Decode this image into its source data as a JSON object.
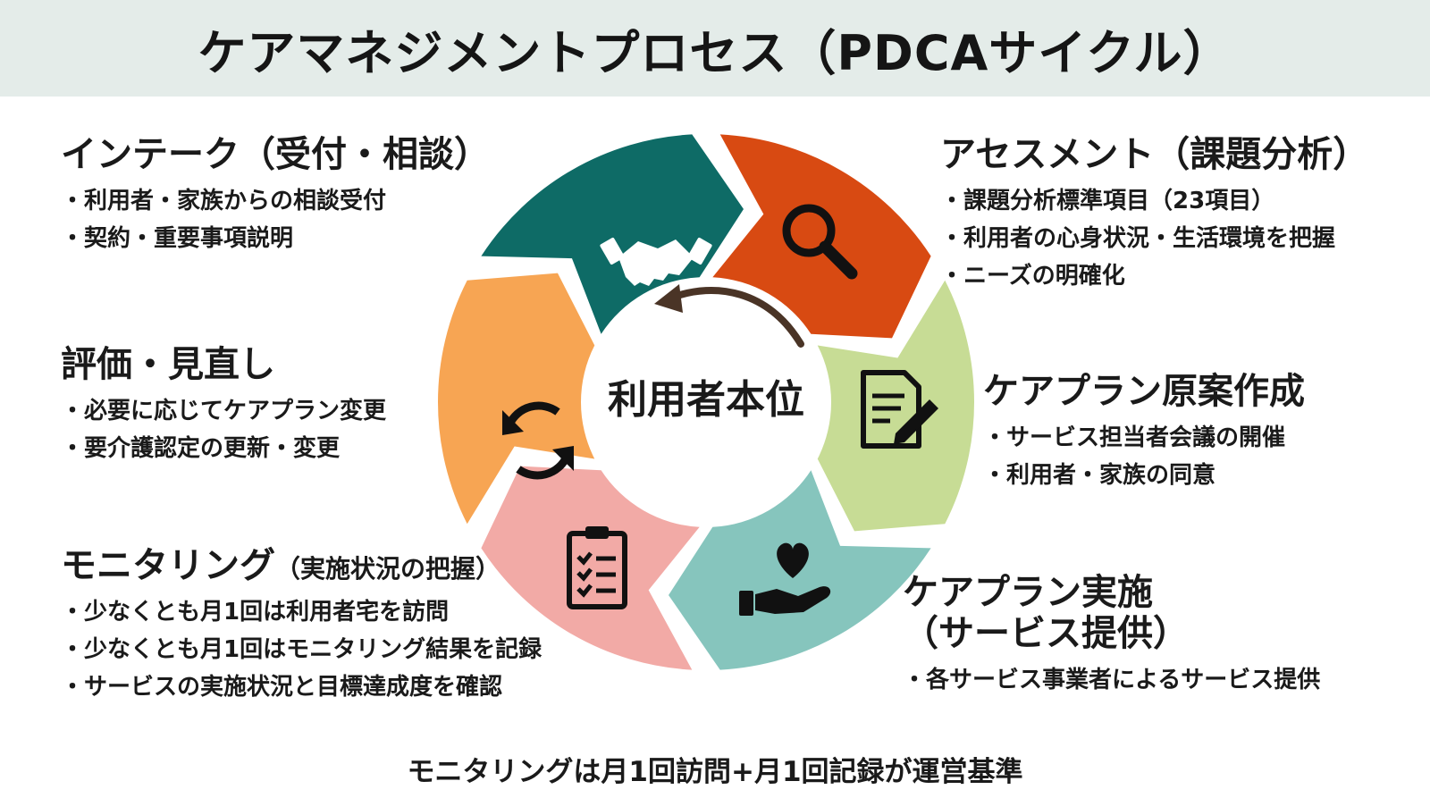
{
  "title": "ケアマネジメントプロセス（PDCAサイクル）",
  "center_label": "利用者本位",
  "footer": "モニタリングは月1回訪問+月1回記録が運営基準",
  "steps": {
    "intake": {
      "title": "インテーク（受付・相談）",
      "color": "#0e6b66",
      "icon": "handshake-icon",
      "bullets": [
        "利用者・家族からの相談受付",
        "契約・重要事項説明"
      ]
    },
    "assessment": {
      "title": "アセスメント（課題分析）",
      "color": "#d84a12",
      "icon": "magnifier-icon",
      "bullets": [
        "課題分析標準項目（23項目）",
        "利用者の心身状況・生活環境を把握",
        "ニーズの明確化"
      ]
    },
    "plan": {
      "title": "ケアプラン原案作成",
      "color": "#c7dc95",
      "icon": "document-pen-icon",
      "bullets": [
        "サービス担当者会議の開催",
        "利用者・家族の同意"
      ]
    },
    "implementation": {
      "title_line1": "ケアプラン実施",
      "title_line2": "（サービス提供）",
      "color": "#86c5bd",
      "icon": "heart-hand-icon",
      "bullets": [
        "各サービス事業者によるサービス提供"
      ]
    },
    "monitoring": {
      "title": "モニタリング",
      "title_sub": "（実施状況の把握）",
      "color": "#f2aaa6",
      "icon": "checklist-icon",
      "bullets": [
        "少なくとも月1回は利用者宅を訪問",
        "少なくとも月1回はモニタリング結果を記録",
        "サービスの実施状況と目標達成度を確認"
      ]
    },
    "evaluation": {
      "title": "評価・見直し",
      "color": "#f7a553",
      "icon": "refresh-icon",
      "bullets": [
        "必要に応じてケアプラン変更",
        "要介護認定の更新・変更"
      ]
    }
  },
  "arrow_color": "#4a3426"
}
